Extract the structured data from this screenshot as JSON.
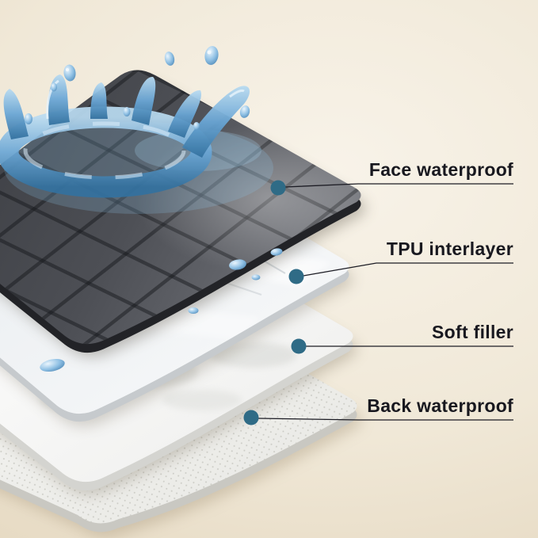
{
  "callouts": [
    {
      "label": "Face waterproof",
      "marker_color": "#2f6b86"
    },
    {
      "label": "TPU interlayer",
      "marker_color": "#2f6b86"
    },
    {
      "label": "Soft filler",
      "marker_color": "#2f6b86"
    },
    {
      "label": "Back waterproof",
      "marker_color": "#2f6b86"
    }
  ],
  "colors": {
    "background_light": "#f8f3e9",
    "background_dark": "#e3d5bc",
    "face_layer": "#4b4d53",
    "tpu_layer": "#f2f4f6",
    "soft_filler_layer": "#f7f7f5",
    "back_layer": "#efefec",
    "water": "#4e94c9",
    "callout_line": "#1c1c24",
    "label_text": "#18181f"
  }
}
